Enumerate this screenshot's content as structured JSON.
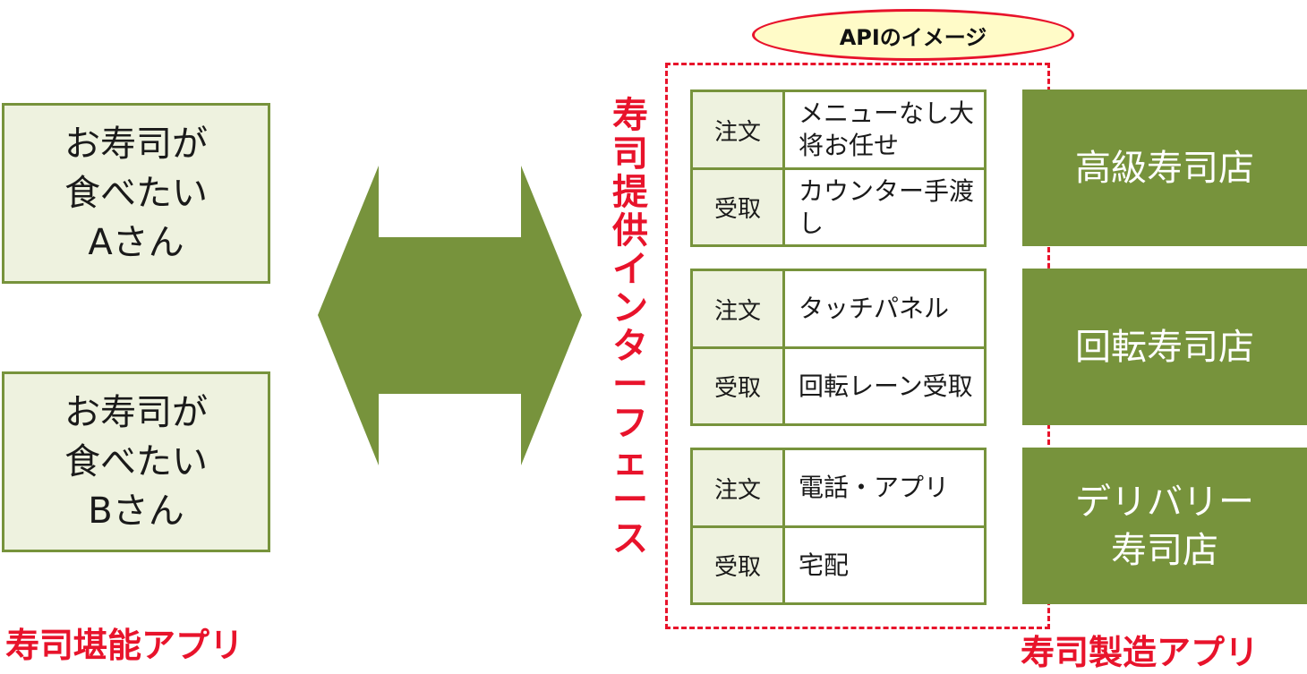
{
  "customers": [
    {
      "lines": [
        "お寿司が",
        "食べたい",
        "Aさん"
      ]
    },
    {
      "lines": [
        "お寿司が",
        "食べたい",
        "Bさん"
      ]
    }
  ],
  "api_label": "APIのイメージ",
  "interface_title": "寿司提供インターフェース",
  "services": [
    {
      "order_label": "注文",
      "order_value": "メニューなし大将お任せ",
      "receive_label": "受取",
      "receive_value": "カウンター手渡し"
    },
    {
      "order_label": "注文",
      "order_value": "タッチパネル",
      "receive_label": "受取",
      "receive_value": "回転レーン受取"
    },
    {
      "order_label": "注文",
      "order_value": "電話・アプリ",
      "receive_label": "受取",
      "receive_value": "宅配"
    }
  ],
  "shops": [
    {
      "lines": [
        "高級寿司店"
      ]
    },
    {
      "lines": [
        "回転寿司店"
      ]
    },
    {
      "lines": [
        "デリバリー",
        "寿司店"
      ]
    }
  ],
  "consumer_app_label": "寿司堪能アプリ",
  "producer_app_label": "寿司製造アプリ",
  "colors": {
    "green": "#77933c",
    "light_green": "#eef2df",
    "red": "#e8132b",
    "ellipse_fill": "#fffbc8"
  }
}
